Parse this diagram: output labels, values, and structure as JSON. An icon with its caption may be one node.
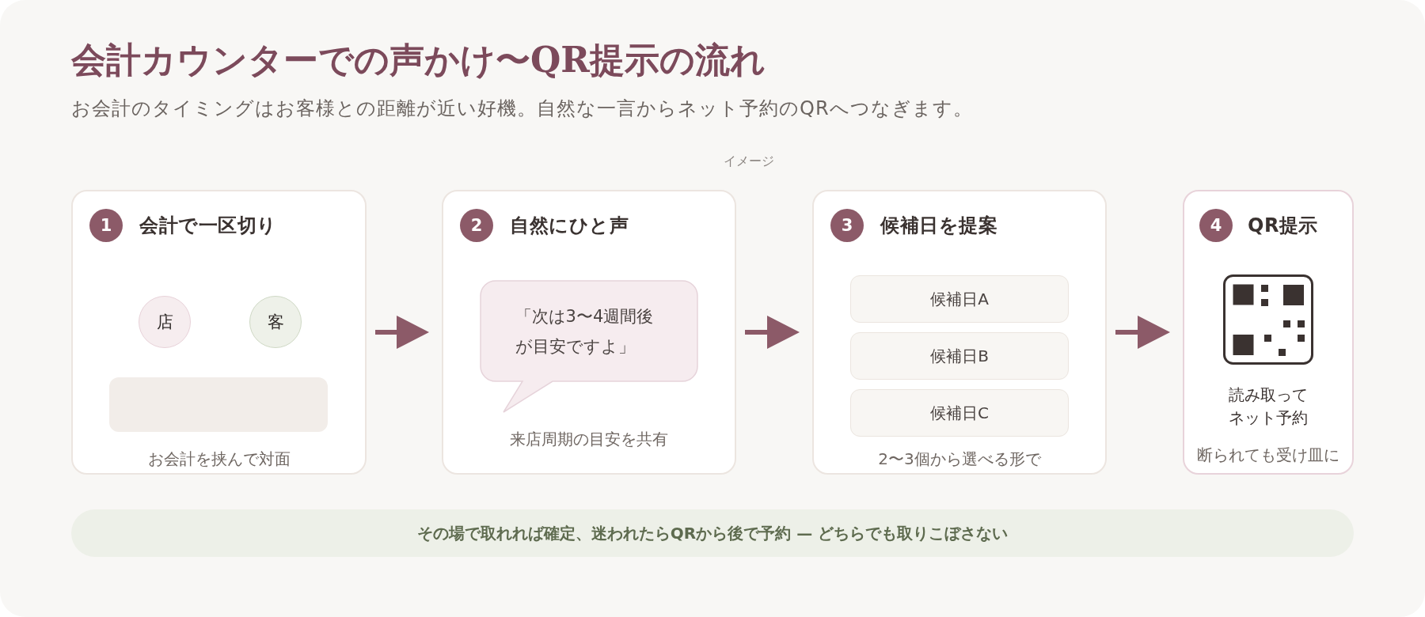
{
  "diagram": {
    "title": "会計カウンターでの声かけ〜QR提示の流れ",
    "nodes": [
      {
        "text": [
          "会計で一区切り",
          "お会計を挟んで対面"
        ]
      },
      {
        "text": [
          "1"
        ],
        "in": 0
      },
      {
        "text": [
          "店"
        ],
        "in": 0
      },
      {
        "text": [
          "客"
        ],
        "in": 0
      },
      {
        "text": [],
        "shape": "box",
        "in": 0
      },
      {
        "text": [
          "自然にひと声",
          "来店周期の目安を共有"
        ]
      },
      {
        "text": [
          "2"
        ],
        "in": 5
      },
      {
        "text": [
          "「次は3〜4週間後が目安ですよ」"
        ],
        "in": 5
      },
      {
        "text": [
          "候補日を提案",
          "2〜3個から選べる形で"
        ]
      },
      {
        "text": [
          "3"
        ],
        "in": 8
      },
      {
        "text": [
          "候補日A"
        ],
        "in": 8
      },
      {
        "text": [
          "候補日B"
        ],
        "in": 8
      },
      {
        "text": [
          "候補日C"
        ],
        "in": 8
      },
      {
        "text": [
          "QR提示",
          "読み取ってネット予約",
          "断られても受け皿に"
        ]
      },
      {
        "text": [
          "4"
        ],
        "in": 13
      },
      {
        "text": [
          "その場で取れれば確定、迷われたらQRから後で予約 — どちらでも取りこぼさない"
        ]
      }
    ],
    "edges": [
      {
        "from": 0,
        "to": 5,
        "arrow": "to"
      },
      {
        "from": 5,
        "to": 8,
        "arrow": "to"
      },
      {
        "from": 8,
        "to": 13,
        "arrow": "to"
      }
    ],
    "labels": [
      "お会計のタイミングはお客様との距離が近い好機。自然な一言からネット予約のQRへつなぎます。",
      "イメージ"
    ]
  }
}
